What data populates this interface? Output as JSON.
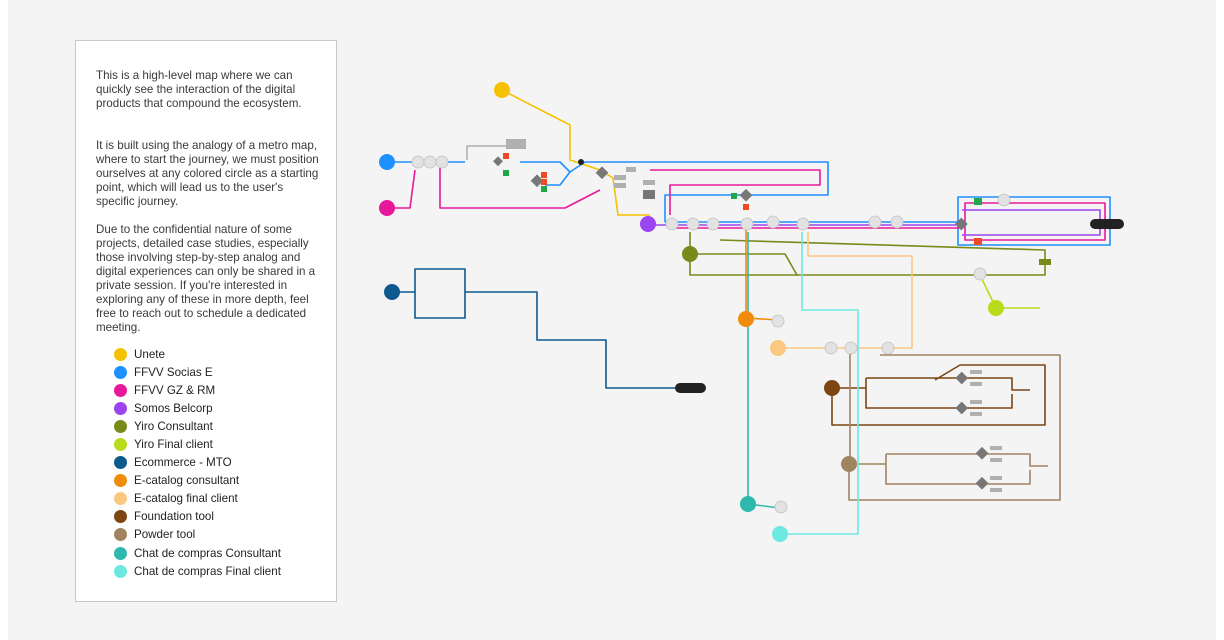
{
  "intro": {
    "p1": "This is a high-level map where we can quickly see the interaction of the digital products that compound the ecosystem.",
    "p2": "It is built using the analogy of a metro map, where to start the journey, we must position ourselves at any colored circle as a starting point, which will lead us to the user's specific journey.",
    "p3": "Due to the confidential nature of some projects, detailed case studies, especially those involving step-by-step analog and digital experiences can only be shared in a private session. If you're interested in exploring any of these in more depth, feel free to reach out to schedule a dedicated meeting."
  },
  "legend": [
    {
      "label": "Unete",
      "color": "#f6c100"
    },
    {
      "label": "FFVV Socias E",
      "color": "#1e90ff"
    },
    {
      "label": "FFVV GZ & RM",
      "color": "#e8189b"
    },
    {
      "label": "Somos Belcorp",
      "color": "#9b45f0"
    },
    {
      "label": "Yiro Consultant",
      "color": "#7a8a1a"
    },
    {
      "label": "Yiro Final client",
      "color": "#b8dc19"
    },
    {
      "label": "Ecommerce - MTO",
      "color": "#0d5a8f"
    },
    {
      "label": "E-catalog consultant",
      "color": "#f08c0a"
    },
    {
      "label": "E-catalog final client",
      "color": "#fbc880"
    },
    {
      "label": "Foundation tool",
      "color": "#7d4512"
    },
    {
      "label": "Powder tool",
      "color": "#a08462"
    },
    {
      "label": "Chat de compras Consultant",
      "color": "#2fb8ae"
    },
    {
      "label": "Chat de compras Final client",
      "color": "#6de8e0"
    }
  ],
  "colors": {
    "station": "#e2e2e2",
    "node": "#777777",
    "terminal": "#222222",
    "red_block": "#f04a24",
    "green_block": "#1ea84a"
  }
}
